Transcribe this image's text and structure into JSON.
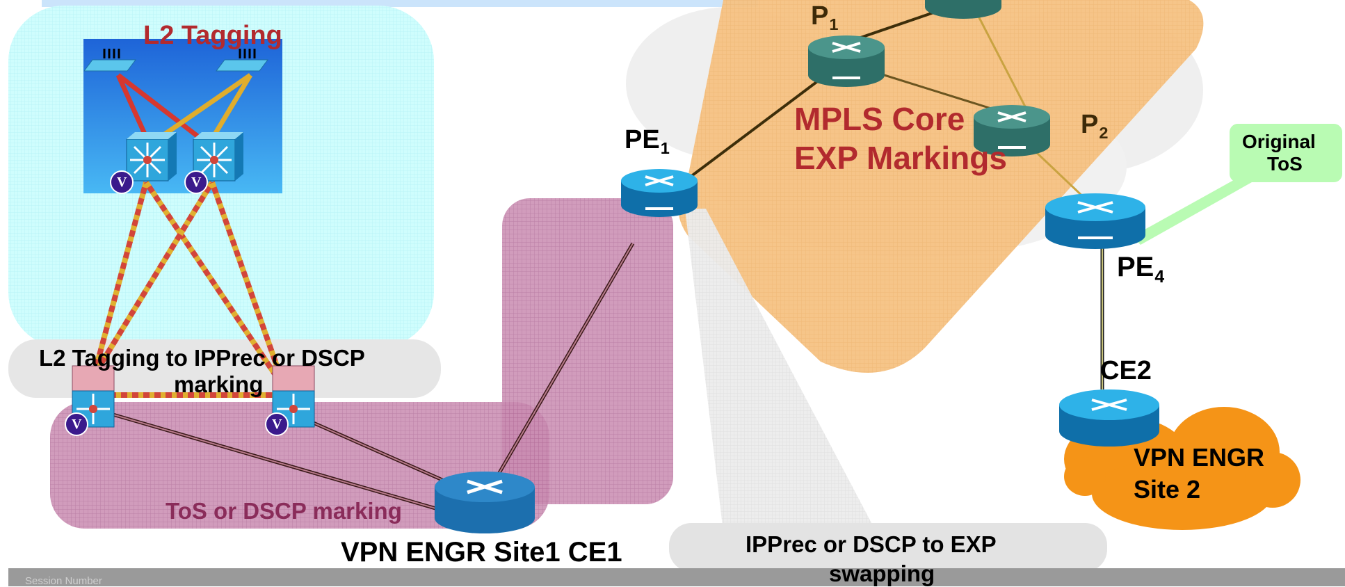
{
  "labels": {
    "l2_tagging": "L2 Tagging",
    "l2_to_ipprec_line1": "L2 Tagging to IPPrec or DSCP",
    "l2_to_ipprec_line2": "marking",
    "tos_dscp_marking": "ToS or DSCP marking",
    "site1_ce1": "VPN ENGR Site1 CE1",
    "pe1": "PE",
    "pe1_sub": "1",
    "p1": "P",
    "p1_sub": "1",
    "p2": "P",
    "p2_sub": "2",
    "pe4": "PE",
    "pe4_sub": "4",
    "ce2": "CE2",
    "mpls_core_line1": "MPLS Core",
    "mpls_core_line2": "EXP Markings",
    "original_tos_line1": "Original",
    "original_tos_line2": "ToS",
    "site2_line1": "VPN ENGR",
    "site2_line2": "Site 2",
    "ipprec_to_exp_line1": "IPPrec or DSCP to EXP",
    "ipprec_to_exp_line2": "swapping",
    "vlan_badge": "V"
  },
  "footer": {
    "session_number": "Session Number"
  },
  "colors": {
    "l2_zone": "#cdfdfd",
    "mpls_core": "#f4ba72",
    "purple_zone": "#b0447c",
    "site2_cloud": "#f59417",
    "callout_green": "#b9fbb3",
    "router_blue": "#1aa0d6",
    "router_teal": "#3f8b83",
    "label_red": "#b22a2e",
    "footer_gray": "#9a9a9a"
  },
  "icons": [
    "router-icon",
    "multilayer-switch-icon",
    "workgroup-switch-icon",
    "vlan-badge-icon"
  ]
}
